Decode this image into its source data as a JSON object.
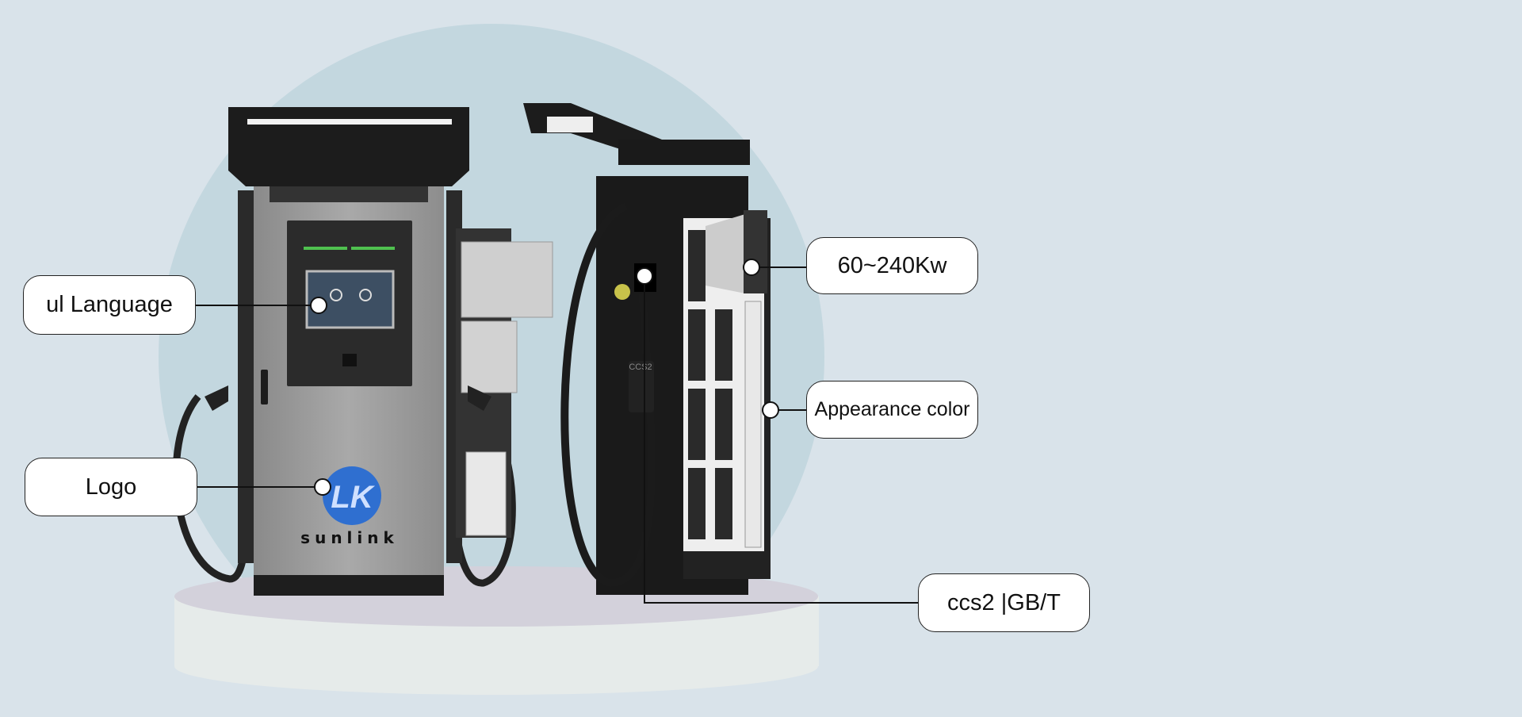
{
  "callouts": {
    "ui_language": "ul Language",
    "logo": "Logo",
    "power": "60~240Kw",
    "appearance": "Appearance color",
    "connector": "ccs2 |GB/T"
  },
  "brand": {
    "name": "sunlink",
    "logo_letters": "LK",
    "logo_color": "#2f6fd0",
    "connector_label": "CCS2"
  },
  "colors": {
    "background": "#d9e3ea",
    "circle": "#c3d7df",
    "pedestal_top": "#d3d1db",
    "pedestal_side": "#e6ebea"
  }
}
